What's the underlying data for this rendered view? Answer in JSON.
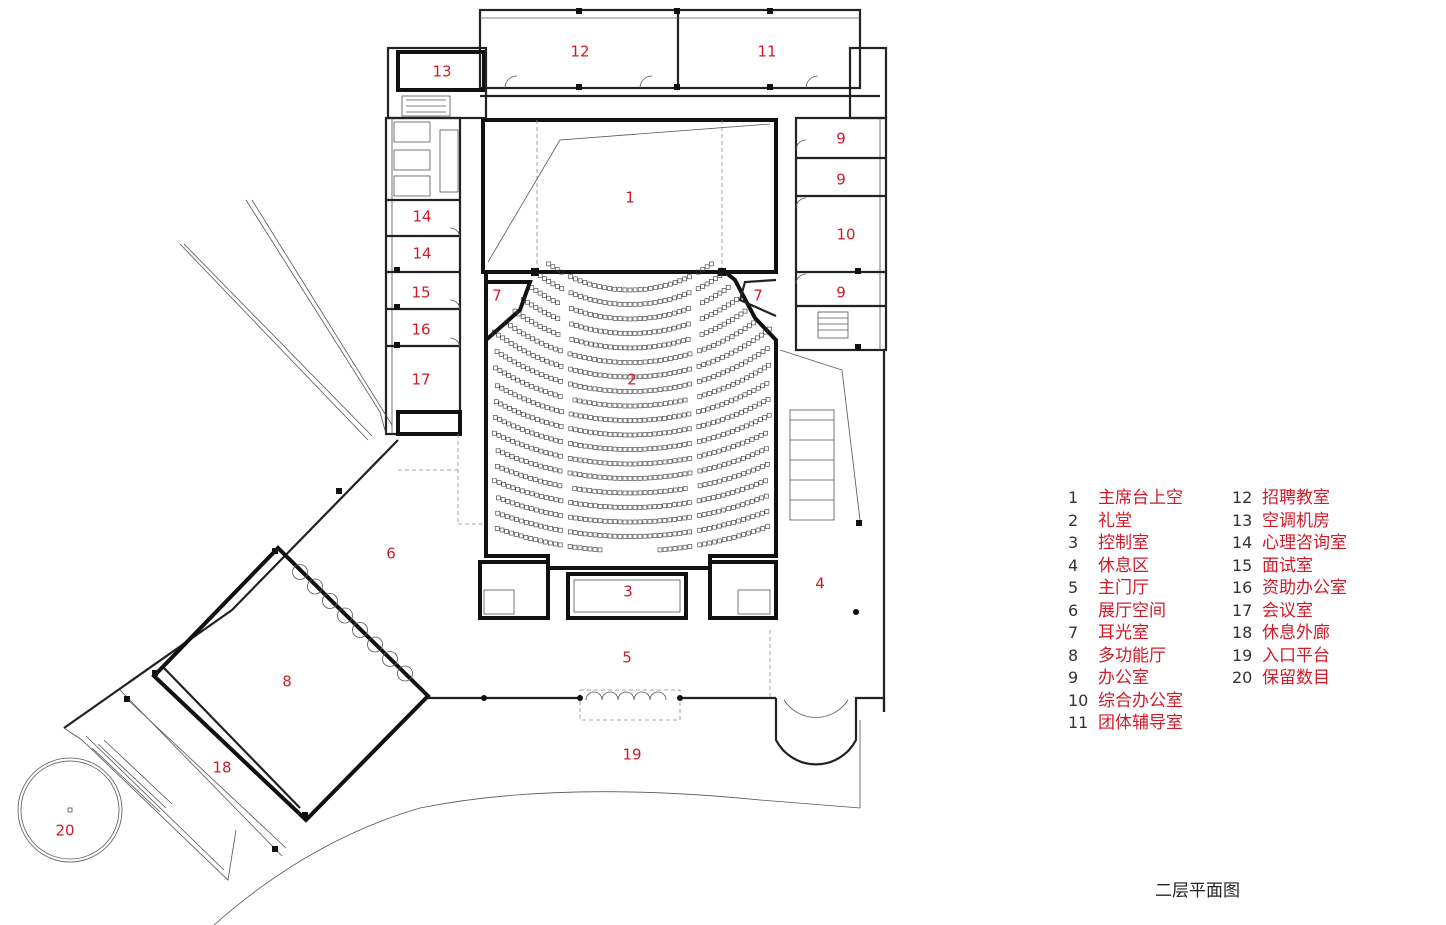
{
  "title": "二层平面图",
  "colors": {
    "label": "#d11a2a",
    "line": "#222222"
  },
  "room_labels": [
    {
      "n": "1"
    },
    {
      "n": "2"
    },
    {
      "n": "3"
    },
    {
      "n": "4"
    },
    {
      "n": "5"
    },
    {
      "n": "6"
    },
    {
      "n": "7"
    },
    {
      "n": "7"
    },
    {
      "n": "8"
    },
    {
      "n": "9"
    },
    {
      "n": "9"
    },
    {
      "n": "9"
    },
    {
      "n": "10"
    },
    {
      "n": "11"
    },
    {
      "n": "12"
    },
    {
      "n": "13"
    },
    {
      "n": "14"
    },
    {
      "n": "14"
    },
    {
      "n": "15"
    },
    {
      "n": "16"
    },
    {
      "n": "17"
    },
    {
      "n": "18"
    },
    {
      "n": "19"
    },
    {
      "n": "20"
    }
  ],
  "legend_left": [
    {
      "num": "1",
      "label": "主席台上空"
    },
    {
      "num": "2",
      "label": "礼堂"
    },
    {
      "num": "3",
      "label": "控制室"
    },
    {
      "num": "4",
      "label": "休息区"
    },
    {
      "num": "5",
      "label": "主门厅"
    },
    {
      "num": "6",
      "label": "展厅空间"
    },
    {
      "num": "7",
      "label": "耳光室"
    },
    {
      "num": "8",
      "label": "多功能厅"
    },
    {
      "num": "9",
      "label": "办公室"
    },
    {
      "num": "10",
      "label": "综合办公室"
    },
    {
      "num": "11",
      "label": "团体辅导室"
    }
  ],
  "legend_right": [
    {
      "num": "12",
      "label": "招聘教室"
    },
    {
      "num": "13",
      "label": "空调机房"
    },
    {
      "num": "14",
      "label": "心理咨询室"
    },
    {
      "num": "15",
      "label": "面试室"
    },
    {
      "num": "16",
      "label": "资助办公室"
    },
    {
      "num": "17",
      "label": "会议室"
    },
    {
      "num": "18",
      "label": "休息外廊"
    },
    {
      "num": "19",
      "label": "入口平台"
    },
    {
      "num": "20",
      "label": "保留数目"
    }
  ]
}
